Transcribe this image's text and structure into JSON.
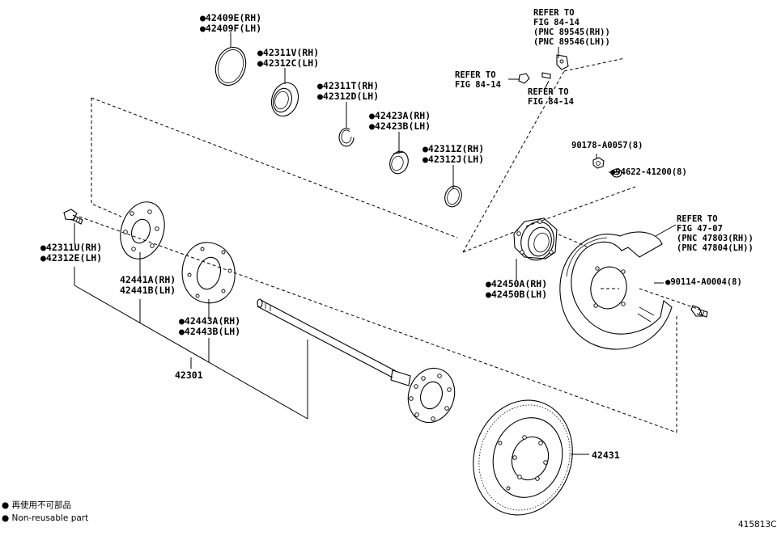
{
  "labels": {
    "p42409": [
      "●42409E(RH)",
      "●42409F(LH)"
    ],
    "p42311v": [
      "●42311V(RH)",
      "●42312C(LH)"
    ],
    "p42311t": [
      "●42311T(RH)",
      "●42312D(LH)"
    ],
    "p42423": [
      "●42423A(RH)",
      "●42423B(LH)"
    ],
    "p42311z": [
      "●42311Z(RH)",
      "●42312J(LH)"
    ],
    "p42311u": [
      "●42311U(RH)",
      "●42312E(LH)"
    ],
    "p42441": [
      "42441A(RH)",
      "42441B(LH)"
    ],
    "p42443": [
      "●42443A(RH)",
      "●42443B(LH)"
    ],
    "p42301": "42301",
    "p42450": [
      "●42450A(RH)",
      "●42450B(LH)"
    ],
    "p42431": "42431",
    "p90178": "90178-A0057(8)",
    "p94622": "●94622-41200(8)",
    "p90114": "●90114-A0004(8)"
  },
  "refs": {
    "ref_top": [
      "REFER TO",
      "FIG 84-14",
      "(PNC 89545(RH))",
      "(PNC 89546(LH))"
    ],
    "ref_left": [
      "REFER TO",
      "FIG 84-14"
    ],
    "ref_mid": [
      "REFER TO",
      "FIG 84-14"
    ],
    "ref_plate": [
      "REFER TO",
      "FIG 47-07",
      "(PNC 47803(RH))",
      "(PNC 47804(LH))"
    ]
  },
  "legend": {
    "items": [
      "● 再使用不可部品",
      "● Non-reusable part"
    ]
  },
  "diagram_id": "415813C"
}
